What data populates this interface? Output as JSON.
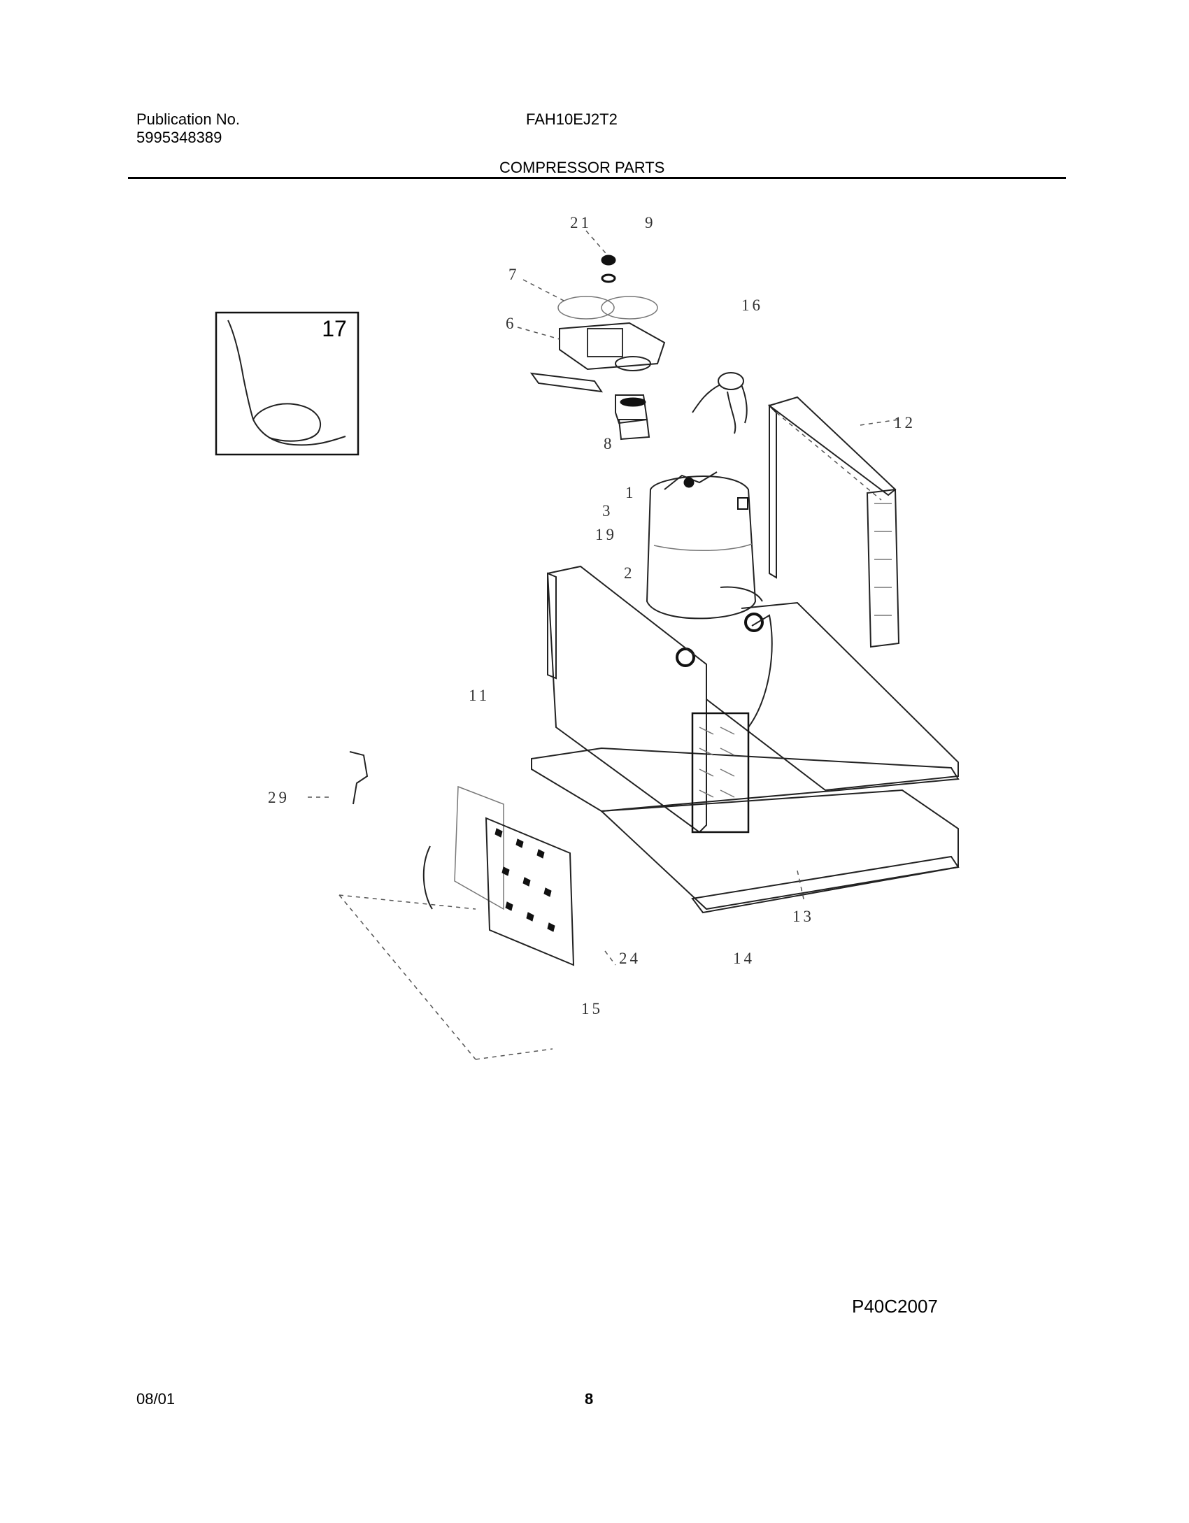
{
  "header": {
    "publication_label": "Publication No.",
    "publication_number": "5995348389",
    "model": "FAH10EJ2T2",
    "section_title": "COMPRESSOR PARTS"
  },
  "diagram": {
    "inset_callout": "17",
    "callouts": [
      "21",
      "9",
      "7",
      "16",
      "6",
      "12",
      "8",
      "1",
      "3",
      "19",
      "2",
      "11",
      "29",
      "13",
      "24",
      "14",
      "15"
    ]
  },
  "footer": {
    "drawing_id": "P40C2007",
    "date": "08/01",
    "page_number": "8"
  }
}
